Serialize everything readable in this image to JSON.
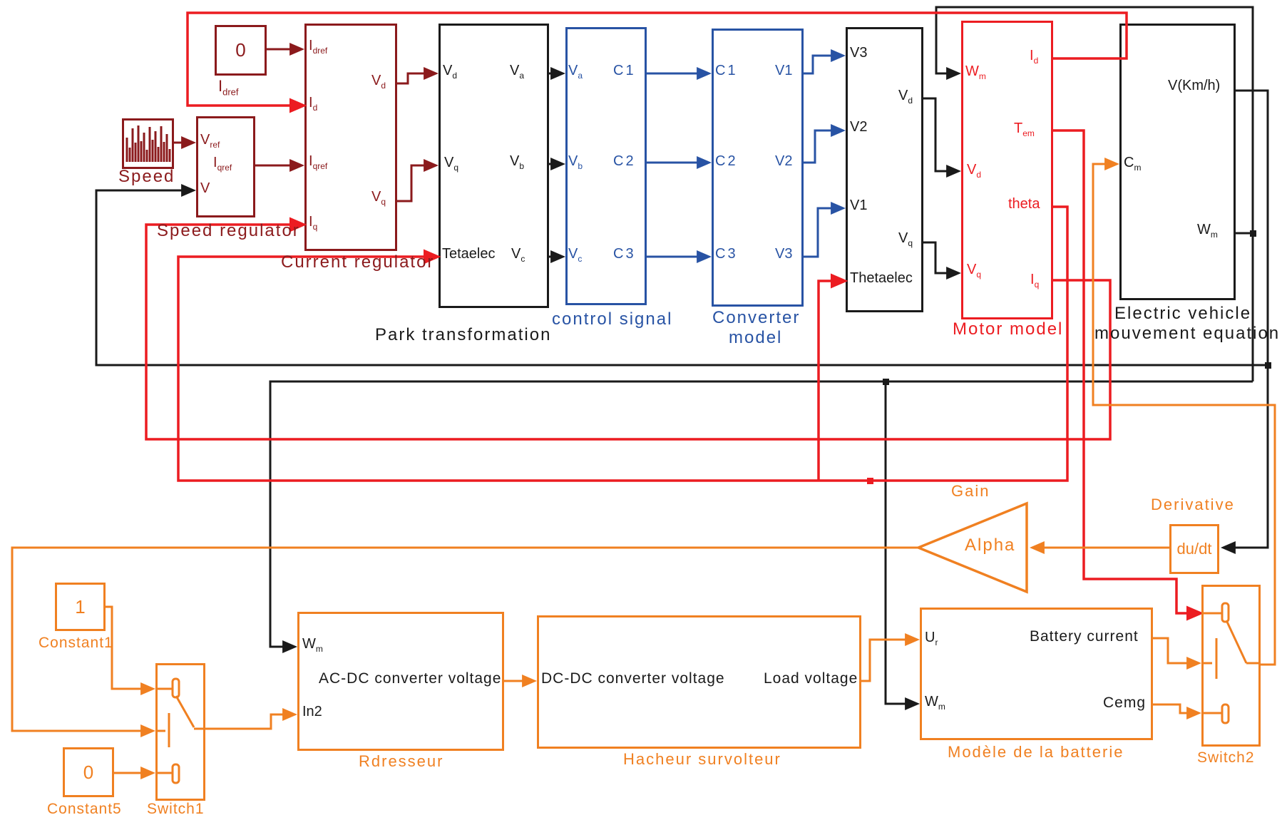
{
  "colors": {
    "maroon": "#8b1a1c",
    "red": "#ec1c21",
    "blue": "#2853a4",
    "orange": "#f08021",
    "black": "#1a1a1a"
  },
  "blocks": {
    "constant_idref": {
      "value": "0",
      "caption": {
        "t": "I",
        "s": "dref"
      }
    },
    "speed_source": {
      "caption": "Speed"
    },
    "speed_regulator": {
      "caption": "Speed regulator",
      "ports": {
        "vref": {
          "t": "V",
          "s": "ref"
        },
        "iqref": {
          "t": "I",
          "s": "qref"
        },
        "v": {
          "t": "V"
        }
      }
    },
    "current_regulator": {
      "caption": "Current regulator",
      "ports": {
        "idref": {
          "t": "I",
          "s": "dref"
        },
        "id": {
          "t": "I",
          "s": "d"
        },
        "iqref": {
          "t": "I",
          "s": "qref"
        },
        "iq": {
          "t": "I",
          "s": "q"
        },
        "vd": {
          "t": "V",
          "s": "d"
        },
        "vq": {
          "t": "V",
          "s": "q"
        }
      }
    },
    "park": {
      "caption": "Park transformation",
      "ports": {
        "vd": {
          "t": "V",
          "s": "d"
        },
        "vq": {
          "t": "V",
          "s": "q"
        },
        "tetaelec": {
          "t": "Tetaelec"
        },
        "va": {
          "t": "V",
          "s": "a"
        },
        "vb": {
          "t": "V",
          "s": "b"
        },
        "vc": {
          "t": "V",
          "s": "c"
        }
      }
    },
    "control_signal": {
      "caption": "control signal",
      "ports": {
        "va": {
          "t": "V",
          "s": "a"
        },
        "vb": {
          "t": "V",
          "s": "b"
        },
        "vc": {
          "t": "V",
          "s": "c"
        },
        "c1": {
          "t": "C1"
        },
        "c2": {
          "t": "C2"
        },
        "c3": {
          "t": "C3"
        }
      }
    },
    "converter": {
      "caption_line1": "Converter",
      "caption_line2": "model",
      "ports": {
        "c1": {
          "t": "C1"
        },
        "c2": {
          "t": "C2"
        },
        "c3": {
          "t": "C3"
        },
        "v1": {
          "t": "V1"
        },
        "v2": {
          "t": "V2"
        },
        "v3": {
          "t": "V3"
        }
      }
    },
    "vblock": {
      "ports": {
        "v3": {
          "t": "V3"
        },
        "v2": {
          "t": "V2"
        },
        "v1": {
          "t": "V1"
        },
        "thetaelec": {
          "t": "Thetaelec"
        },
        "vd": {
          "t": "V",
          "s": "d"
        },
        "vq": {
          "t": "V",
          "s": "q"
        }
      }
    },
    "motor": {
      "caption": "Motor model",
      "ports": {
        "wm": {
          "t": "W",
          "s": "m"
        },
        "vd": {
          "t": "V",
          "s": "d"
        },
        "vq": {
          "t": "V",
          "s": "q"
        },
        "id": {
          "t": "I",
          "s": "d"
        },
        "tem": {
          "t": "T",
          "s": "em"
        },
        "theta": {
          "t": "theta"
        },
        "iq": {
          "t": "I",
          "s": "q"
        }
      }
    },
    "ev": {
      "caption_line1": "Electric vehicle",
      "caption_line2": "mouvement equation",
      "ports": {
        "cm": {
          "t": "C",
          "s": "m"
        },
        "vkmh": {
          "t": "V(Km/h)"
        },
        "wm": {
          "t": "W",
          "s": "m"
        }
      }
    },
    "gain": {
      "caption": "Gain",
      "value": "Alpha"
    },
    "derivative": {
      "caption": "Derivative",
      "value": "du/dt"
    },
    "constant1": {
      "value": "1",
      "caption": "Constant1"
    },
    "constant5": {
      "value": "0",
      "caption": "Constant5"
    },
    "switch1": {
      "caption": "Switch1"
    },
    "switch2": {
      "caption": "Switch2"
    },
    "rdresseur": {
      "caption": "Rdresseur",
      "ports": {
        "wm": {
          "t": "W",
          "s": "m"
        },
        "in2": {
          "t": "In2"
        },
        "out": {
          "t": "AC-DC converter voltage"
        }
      }
    },
    "hacheur": {
      "caption": "Hacheur survolteur",
      "ports": {
        "in": {
          "t": "DC-DC converter voltage"
        },
        "out": {
          "t": "Load voltage"
        }
      }
    },
    "battery": {
      "caption": "Modèle de la batterie",
      "ports": {
        "ur": {
          "t": "U",
          "s": "r"
        },
        "wm": {
          "t": "W",
          "s": "m"
        },
        "out1": {
          "t": "Battery current"
        },
        "out2": {
          "t": "Cemg"
        }
      }
    }
  }
}
